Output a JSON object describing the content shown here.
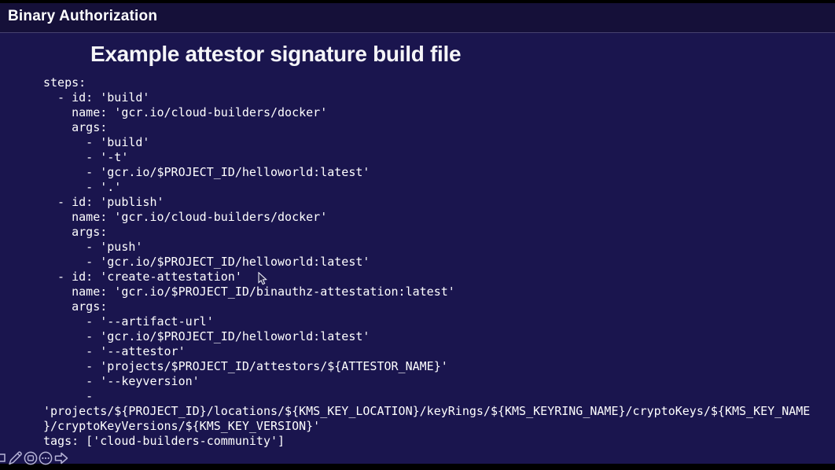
{
  "header": {
    "title": "Binary Authorization"
  },
  "slide": {
    "title": "Example attestor signature build file",
    "code_lines": [
      "steps:",
      "  - id: 'build'",
      "    name: 'gcr.io/cloud-builders/docker'",
      "    args:",
      "      - 'build'",
      "      - '-t'",
      "      - 'gcr.io/$PROJECT_ID/helloworld:latest'",
      "      - '.'",
      "  - id: 'publish'",
      "    name: 'gcr.io/cloud-builders/docker'",
      "    args:",
      "      - 'push'",
      "      - 'gcr.io/$PROJECT_ID/helloworld:latest'",
      "  - id: 'create-attestation'",
      "    name: 'gcr.io/$PROJECT_ID/binauthz-attestation:latest'",
      "    args:",
      "      - '--artifact-url'",
      "      - 'gcr.io/$PROJECT_ID/helloworld:latest'",
      "      - '--attestor'",
      "      - 'projects/$PROJECT_ID/attestors/${ATTESTOR_NAME}'",
      "      - '--keyversion'",
      "      -",
      "'projects/${PROJECT_ID}/locations/${KMS_KEY_LOCATION}/keyRings/${KMS_KEYRING_NAME}/cryptoKeys/${KMS_KEY_NAME",
      "}/cryptoKeyVersions/${KMS_KEY_VERSION}'",
      "tags: ['cloud-builders-community']"
    ]
  },
  "toolbar": {
    "icons": [
      "square-icon",
      "pencil-icon",
      "screen-icon",
      "more-options-icon",
      "forward-arrow-icon"
    ]
  },
  "colors": {
    "background": "#1a154e",
    "header_background": "#151039",
    "separator": "#46416f",
    "text": "#ffffff",
    "icon": "#b6b3d6"
  }
}
